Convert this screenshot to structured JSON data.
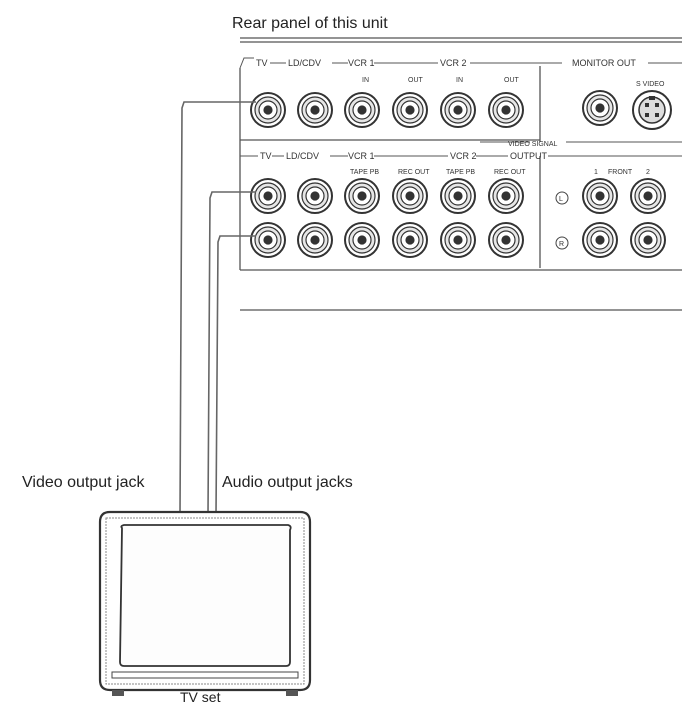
{
  "title": "Rear panel of this unit",
  "labels": {
    "video_output_jack": "Video output jack",
    "audio_output_jacks": "Audio output jacks",
    "tv_set": "TV set"
  },
  "panel": {
    "video_row_sections": {
      "tv": "TV",
      "ld_cdv": "LD/CDV",
      "vcr1": "VCR 1",
      "vcr2": "VCR 2",
      "monitor_out": "MONITOR OUT"
    },
    "video_row_jack_labels": {
      "vcr1_in": "IN",
      "vcr1_out": "OUT",
      "vcr2_in": "IN",
      "vcr2_out": "OUT",
      "s_video": "S VIDEO"
    },
    "video_signal": "VIDEO SIGNAL",
    "audio_row_sections": {
      "tv": "TV",
      "ld_cdv": "LD/CDV",
      "vcr1": "VCR 1",
      "vcr2": "VCR 2",
      "output": "OUTPUT"
    },
    "audio_row_jack_labels": {
      "tape_pb_1": "TAPE PB",
      "rec_out_1": "REC OUT",
      "tape_pb_2": "TAPE PB",
      "rec_out_2": "REC OUT"
    },
    "output_labels": {
      "one": "1",
      "front": "FRONT",
      "two": "2",
      "left": "L",
      "right": "R"
    }
  }
}
